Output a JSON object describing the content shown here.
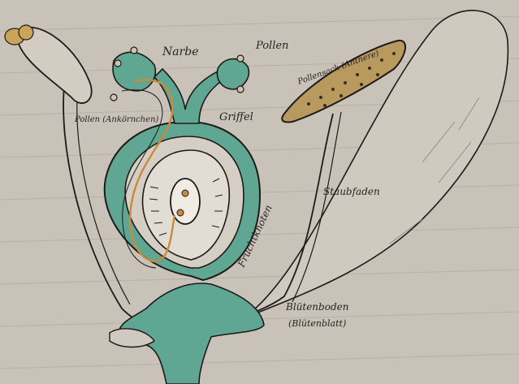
{
  "labels": {
    "narbe": "Narbe",
    "pollen": "Pollen",
    "griffel": "Griffel",
    "pollenkorn": "Pollen (Ankörnchen)",
    "pollenbehaelter": "Pollensack (Anthere)",
    "staubfaden": "Staubfaden",
    "fruchtknoten": "Fruchtknoten",
    "bluetenboden": "Blütenboden",
    "bluetenboden_alt": "(Blütenblatt)"
  },
  "colors": {
    "paper": "#c9c2b8",
    "ink": "#1e1a18",
    "tissue_green": "#5fa793",
    "pollen_tube": "#c98a3c",
    "anther_fill": "#b89a5e"
  }
}
